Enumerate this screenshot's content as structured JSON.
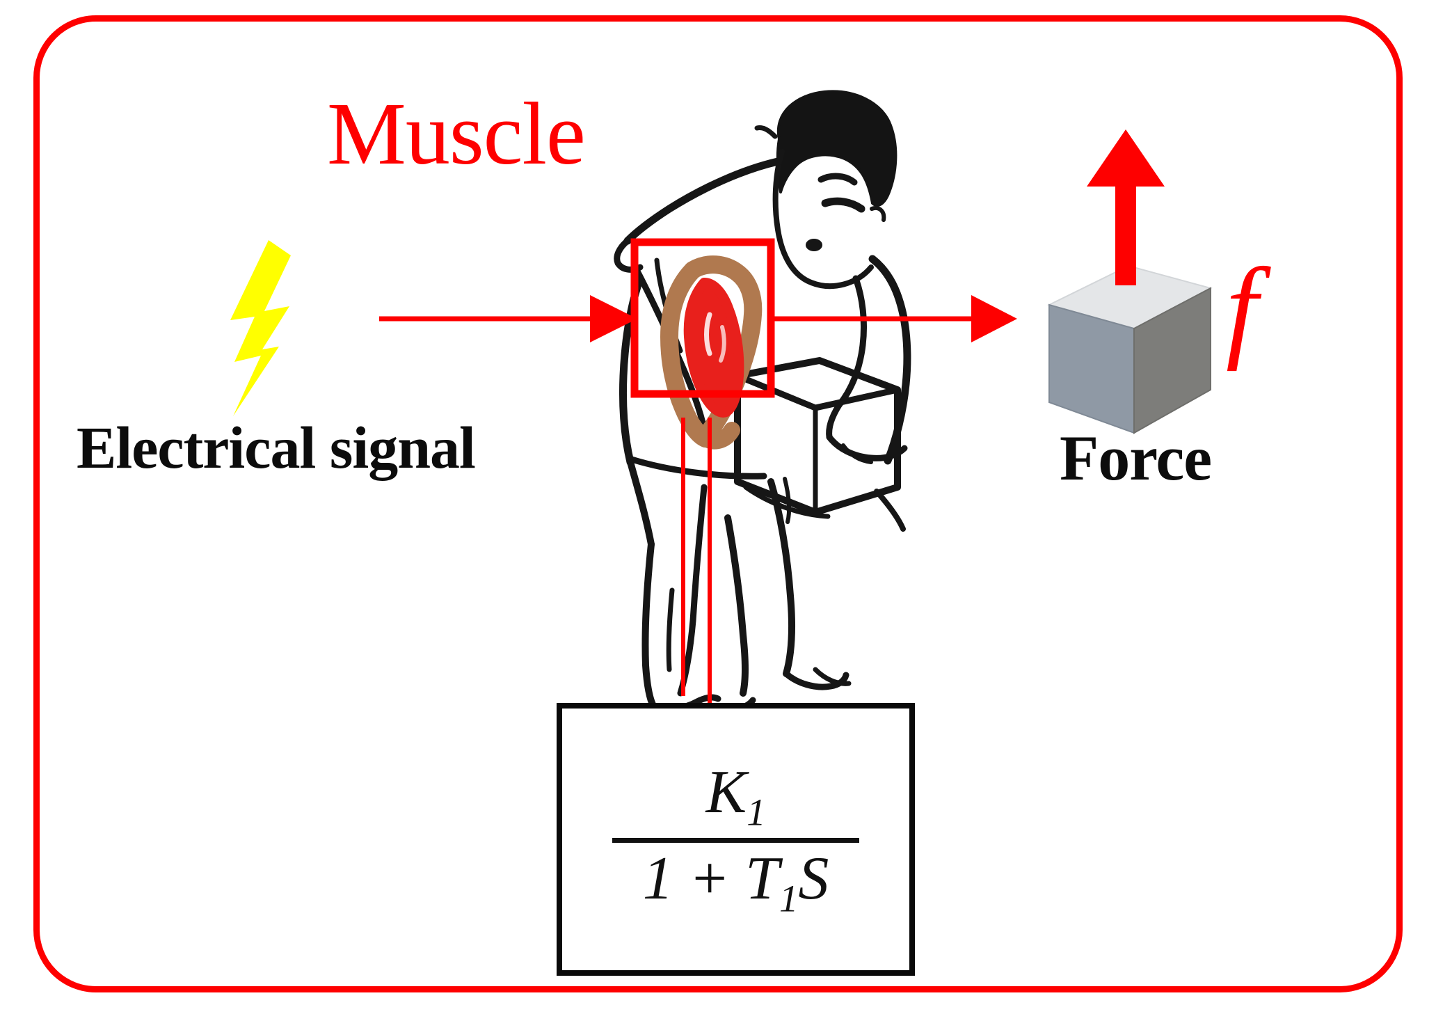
{
  "diagram": {
    "title": "Muscle",
    "title_color": "#fe0000",
    "frame_color": "#fe0000",
    "background": "#ffffff"
  },
  "labels": {
    "input_label": "Electrical signal",
    "output_label": "Force",
    "force_symbol": "f"
  },
  "transfer_function": {
    "numerator": "K",
    "numerator_subscript": "1",
    "denominator_one": "1 +",
    "denominator_var": "T",
    "denominator_subscript": "1",
    "denominator_tail": "S",
    "border_color": "#0a0a0a"
  },
  "icons": {
    "lightning": "lightning-bolt-icon",
    "person": "person-lifting-box-icon",
    "muscle": "muscle-highlight-icon",
    "cube": "gray-cube-icon",
    "up_arrow": "up-arrow-icon",
    "input_arrow": "right-arrow-input-icon",
    "output_arrow": "right-arrow-output-icon",
    "roi_box": "muscle-region-box",
    "callout_lines": "callout-guide-lines"
  },
  "colors": {
    "red": "#fe0000",
    "yellow": "#ffff00",
    "muscle_red": "#e8201c",
    "muscle_brown": "#b0794f",
    "sketch_black": "#161616",
    "cube_top": "#e4e6e8",
    "cube_left": "#8f99a5",
    "cube_front": "#7d7d7a"
  }
}
